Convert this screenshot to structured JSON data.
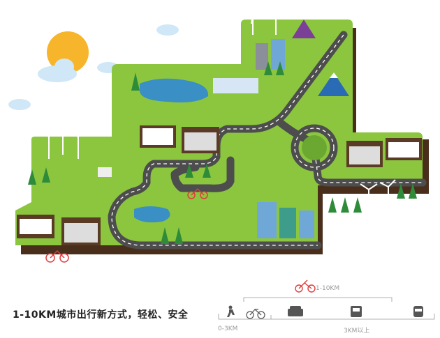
{
  "caption": "1-10KM城市出行新方式，轻松、安全",
  "legend": {
    "shared_bike_range": "1-10KM",
    "short_range": "0-3KM",
    "long_range": "3KM以上",
    "modes": [
      "walk-icon",
      "bicycle-icon",
      "car-icon",
      "bus-icon",
      "train-icon"
    ]
  },
  "colors": {
    "grass": "#8cc63f",
    "soil": "#4a2e1c",
    "road": "#4d4d4d",
    "water": "#3a8fc4",
    "sun": "#f7b52c",
    "bike_red": "#e03c3c"
  }
}
